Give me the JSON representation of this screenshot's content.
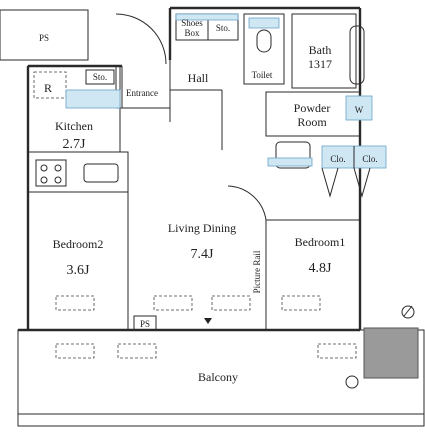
{
  "rooms": {
    "ps_top": "PS",
    "r_label": "R",
    "sto_kitchen": "Sto.",
    "entrance": "Entrance",
    "hall": "Hall",
    "shoes_box_line1": "Shoes",
    "shoes_box_line2": "Box",
    "sto_hall": "Sto.",
    "toilet": "Toilet",
    "bath": "Bath",
    "bath_size": "1317",
    "powder_room_line1": "Powder",
    "powder_room_line2": "Room",
    "washer": "W",
    "kitchen": "Kitchen",
    "kitchen_size": "2.7J",
    "clo_1": "Clo.",
    "clo_2": "Clo.",
    "living_dining": "Living Dining",
    "living_dining_size": "7.4J",
    "bedroom2": "Bedroom2",
    "bedroom2_size": "3.6J",
    "bedroom1": "Bedroom1",
    "bedroom1_size": "4.8J",
    "picture_rail": "Picture Rail",
    "ps_bottom": "PS",
    "balcony": "Balcony"
  }
}
